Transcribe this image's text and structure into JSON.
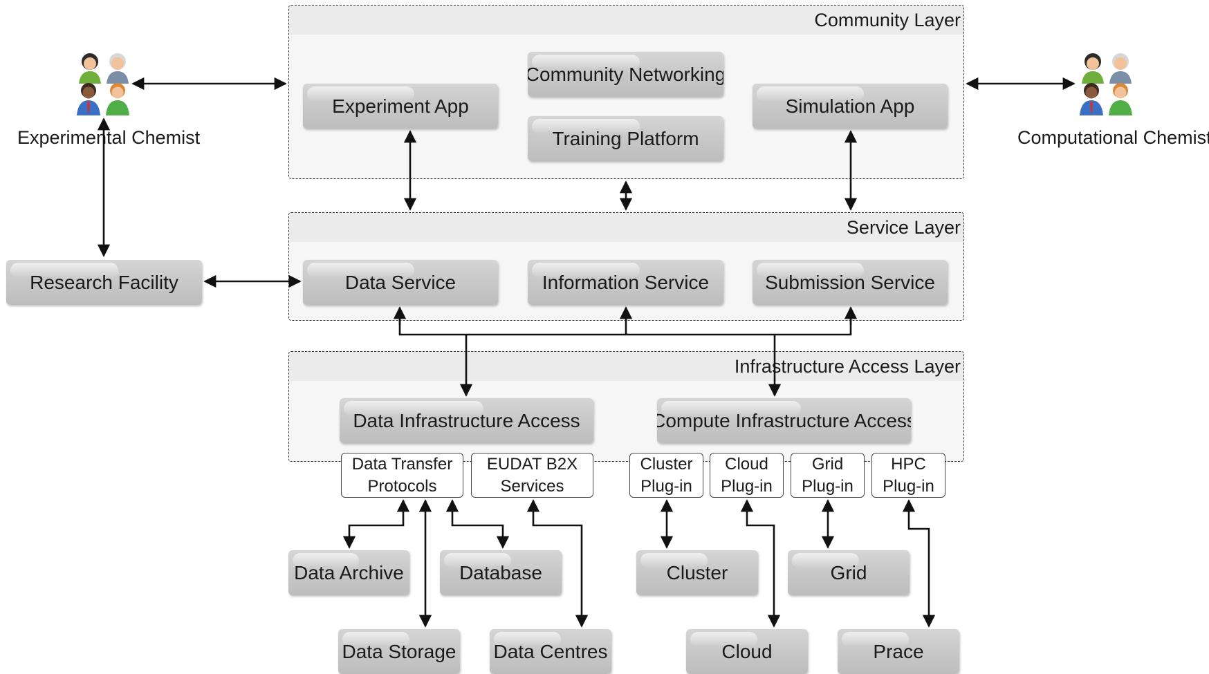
{
  "actors": {
    "experimental": "Experimental Chemist",
    "computational": "Computational Chemist"
  },
  "layers": {
    "community": "Community Layer",
    "service": "Service Layer",
    "infrastructure": "Infrastructure Access Layer"
  },
  "community": {
    "experiment_app": "Experiment App",
    "community_networking": "Community Networking",
    "training_platform": "Training Platform",
    "simulation_app": "Simulation App"
  },
  "service": {
    "research_facility": "Research Facility",
    "data_service": "Data Service",
    "information_service": "Information Service",
    "submission_service": "Submission Service"
  },
  "infrastructure": {
    "data_access": "Data Infrastructure Access",
    "compute_access": "Compute Infrastructure Access"
  },
  "plugins": {
    "data_transfer_1": "Data Transfer",
    "data_transfer_2": "Protocols",
    "eudat_1": "EUDAT B2X",
    "eudat_2": "Services",
    "cluster_1": "Cluster",
    "cluster_2": "Plug-in",
    "cloud_1": "Cloud",
    "cloud_2": "Plug-in",
    "grid_1": "Grid",
    "grid_2": "Plug-in",
    "hpc_1": "HPC",
    "hpc_2": "Plug-in"
  },
  "resources": {
    "data_archive": "Data Archive",
    "database": "Database",
    "data_storage": "Data Storage",
    "data_centres": "Data Centres",
    "cluster": "Cluster",
    "grid": "Grid",
    "cloud": "Cloud",
    "prace": "Prace"
  },
  "icons": {
    "experimental_group": "people-group-icon",
    "computational_group": "people-group-icon"
  }
}
